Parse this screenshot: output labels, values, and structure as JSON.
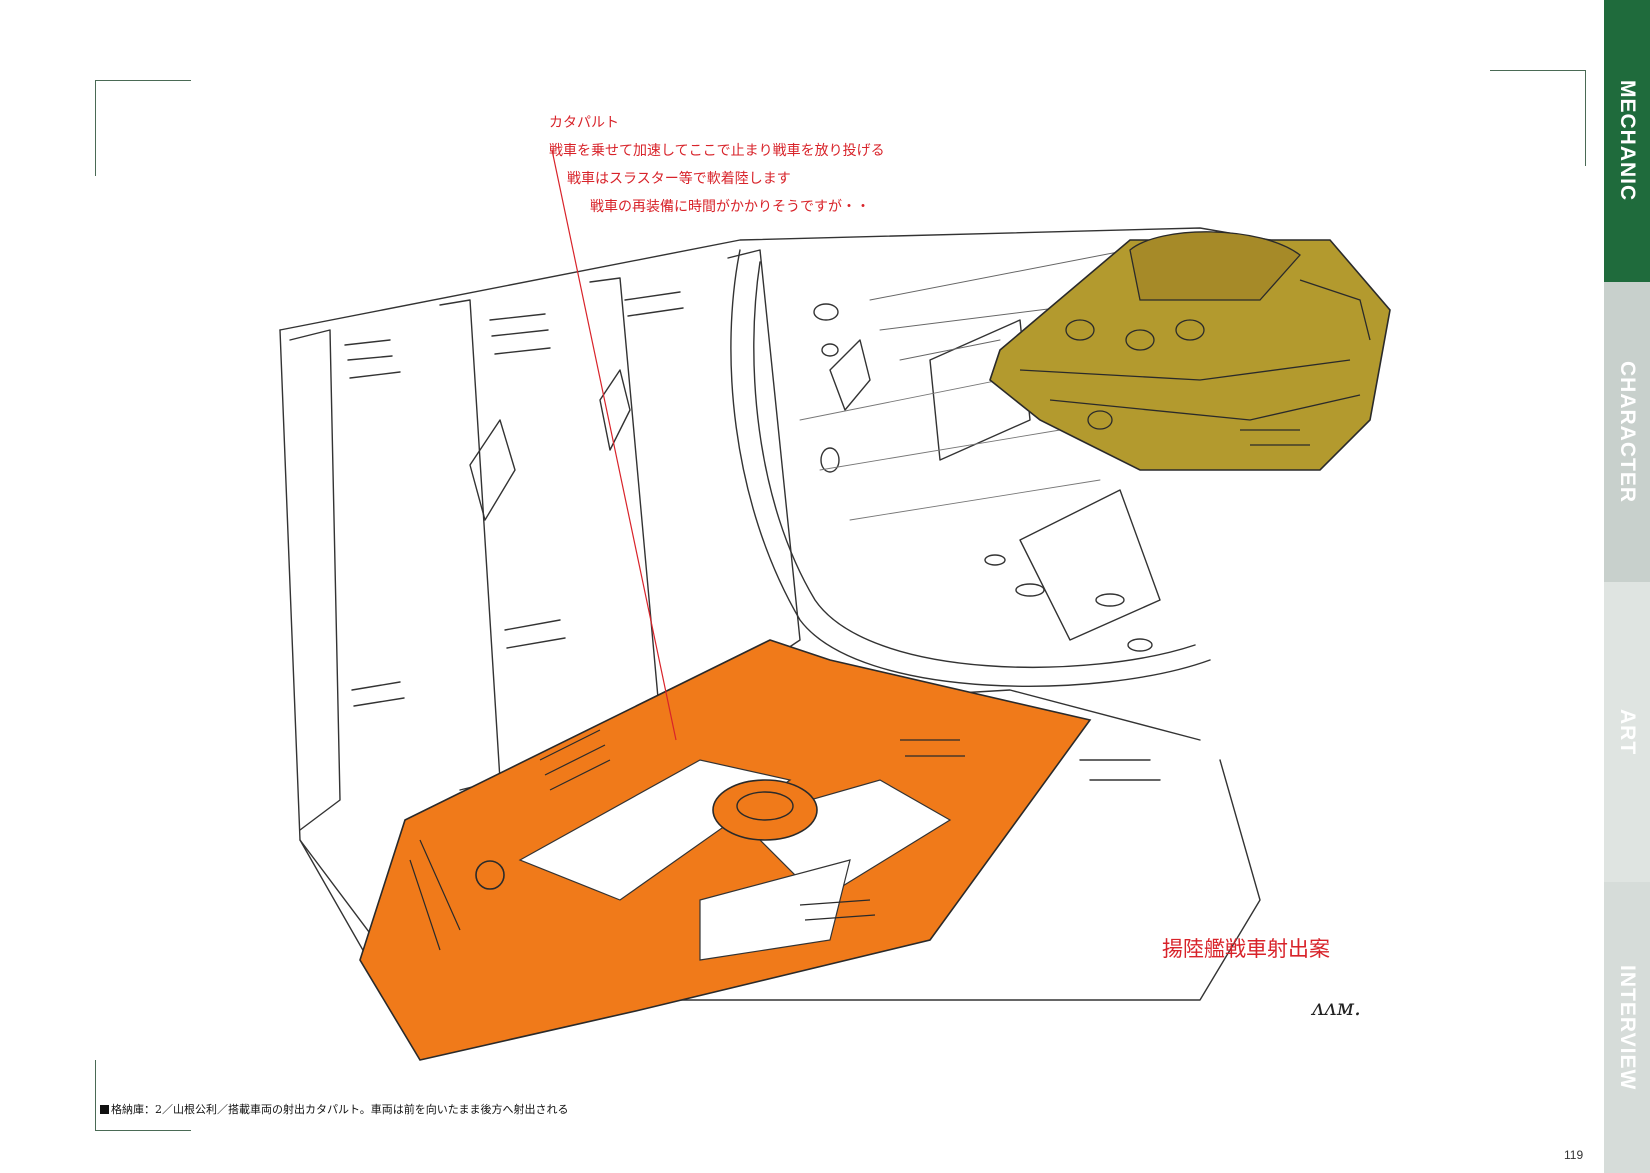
{
  "side_tabs": [
    {
      "label": "MECHANIC",
      "active": true
    },
    {
      "label": "CHARACTER",
      "active": false
    },
    {
      "label": "ART",
      "active": false
    },
    {
      "label": "INTERVIEW",
      "active": false
    }
  ],
  "annotations": [
    "カタパルト",
    "戦車を乗せて加速してここで止まり戦車を放り投げる",
    "戦車はスラスター等で軟着陸します",
    "戦車の再装備に時間がかかりそうですが・・"
  ],
  "drawing_title": "揚陸艦戦車射出案",
  "signature": "ᴧᴧᴍ.",
  "caption": "格納庫：2／山根公利／搭載車両の射出カタパルト。車両は前を向いたまま後方へ射出される",
  "page_number": "119",
  "colors": {
    "annotation_red": "#d8232a",
    "catapult_orange": "#f07a1a",
    "tank_olive": "#b39a2e",
    "tab_green": "#1f6b3c"
  }
}
